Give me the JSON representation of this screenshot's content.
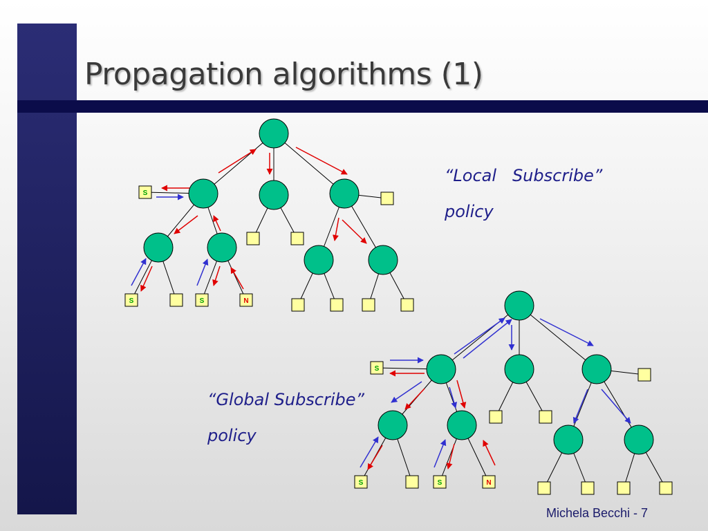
{
  "slide": {
    "title": "Propagation algorithms (1)",
    "footer": "Michela Becchi - 7"
  },
  "local_policy": {
    "line1": "“Local   Subscribe”",
    "line2": "policy"
  },
  "global_policy": {
    "line1": "“Global Subscribe”",
    "line2": "policy"
  },
  "leaf_labels": {
    "subscriber": "S",
    "non_subscriber": "N"
  },
  "colors": {
    "node_fill": "#00c08a",
    "leaf_fill": "#ffffa0",
    "red_arrow": "#e00000",
    "blue_arrow": "#3030d0",
    "subscriber_text": "#00a000",
    "non_subscriber_text": "#e00000"
  }
}
